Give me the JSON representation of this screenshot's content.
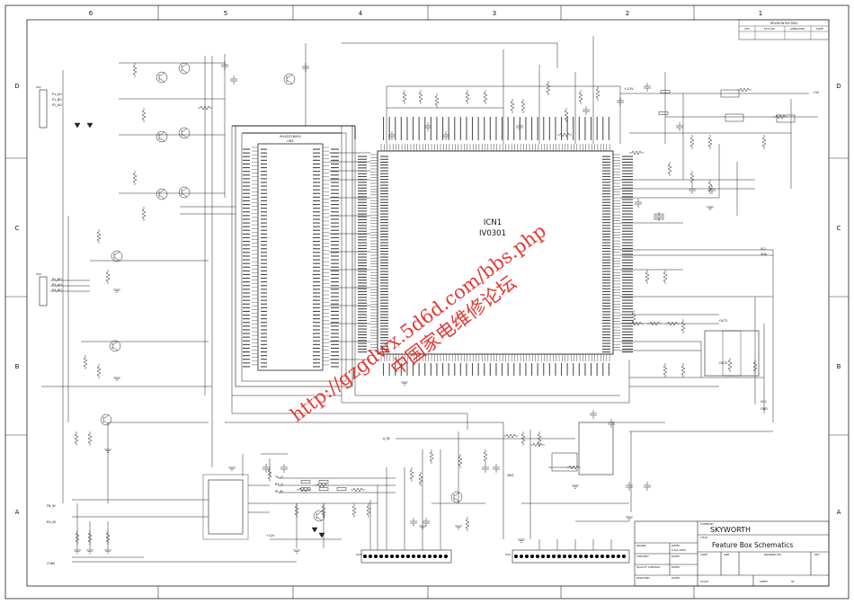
{
  "zones_top": [
    "6",
    "5",
    "4",
    "3",
    "2",
    "1"
  ],
  "zones_side": [
    "D",
    "C",
    "B",
    "A"
  ],
  "revision_block": {
    "title": "REVISION RECORD",
    "cols": [
      "LTR",
      "ECO NO",
      "APPROVED",
      "DATE"
    ]
  },
  "chip": {
    "ref": "ICN1",
    "part": "IV0301"
  },
  "memory_chip": {
    "ref": "UN5",
    "part": "MX4232B000"
  },
  "title_block": {
    "company_label": "COMPANY",
    "company": "SKYWORTH",
    "title_label": "TITLE",
    "title": "Feature Box Schematics",
    "drawn_label": "DRAWN",
    "dated_label": "DATED",
    "date": "6-Feb-2006",
    "checked_label": "CHECKED",
    "quality_label": "QUALITY CONTROL",
    "released_label": "RELEASED",
    "code_label": "CODE",
    "size_label": "SIZE",
    "drawing_no_label": "DRAWING NO",
    "rev_label": "REV",
    "scale_label": "SCALE",
    "sheet_label": "SHEET",
    "sheet_of": "OF"
  },
  "watermark": {
    "url": "http://gzgdwx.5d6d.com/bbs.php",
    "chinese": "中国家电维修论坛"
  },
  "net_labels": {
    "left": [
      "P1_AO",
      "P1_BO",
      "P2_AO",
      "P2_BO",
      "P3_AO",
      "P3_BO",
      "FB_IN",
      "RX_IN",
      "CVBS"
    ],
    "right": [
      "+5V",
      "+3.3V",
      "SCL",
      "SDA",
      "VCC",
      "GND",
      "OUT1",
      "OUT2"
    ],
    "bottom": [
      "A_IN",
      "TX_O",
      "RX_O",
      "IR_IN",
      "+12V",
      "SW1"
    ],
    "connectors": [
      "XS1",
      "XS2",
      "XS3",
      "XS4"
    ]
  }
}
